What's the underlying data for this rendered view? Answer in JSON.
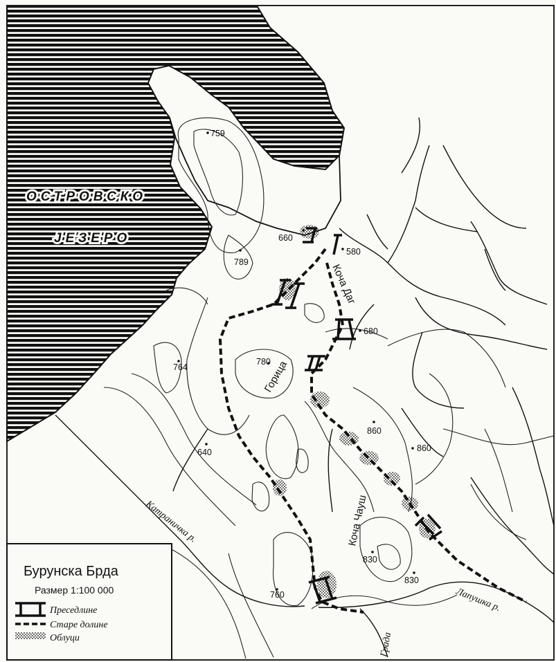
{
  "lake": {
    "line1": "ОСТРОВСКО",
    "line2": "ЈЕЗЕРО"
  },
  "elevations": [
    "759",
    "660",
    "580",
    "789",
    "680",
    "764",
    "780",
    "860",
    "860",
    "640",
    "830",
    "830",
    "760"
  ],
  "ridges": {
    "kocha_dag": "Коча Даг",
    "goritsa": "Горица",
    "kocha_chaush": "Коча Чауш"
  },
  "rivers": {
    "katranitska": "Катраничка р.",
    "lapushka": "Лапушка р.",
    "grada": "Града"
  },
  "legend": {
    "title": "Бурунска Брда",
    "scale": "Размер 1:100 000",
    "items": [
      {
        "symbol": "pass",
        "label": "Преседлине"
      },
      {
        "symbol": "old-valley",
        "label": "Старе долине"
      },
      {
        "symbol": "boulders",
        "label": "Облуци"
      }
    ]
  }
}
